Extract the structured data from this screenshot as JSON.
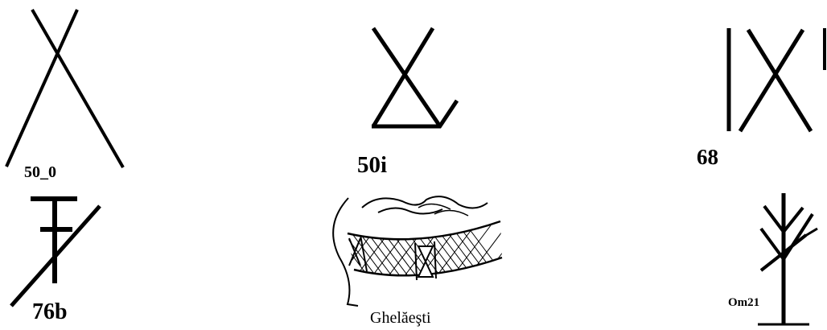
{
  "symbols": [
    {
      "id": "50_0",
      "label": "50_0"
    },
    {
      "id": "50i",
      "label": "50i"
    },
    {
      "id": "68",
      "label": "68"
    },
    {
      "id": "76b",
      "label": "76b"
    },
    {
      "id": "ghelaesti",
      "label": "Ghelăeşti"
    },
    {
      "id": "om21",
      "label": "Om21"
    }
  ],
  "colors": {
    "ink": "#000000",
    "background": "#ffffff"
  }
}
